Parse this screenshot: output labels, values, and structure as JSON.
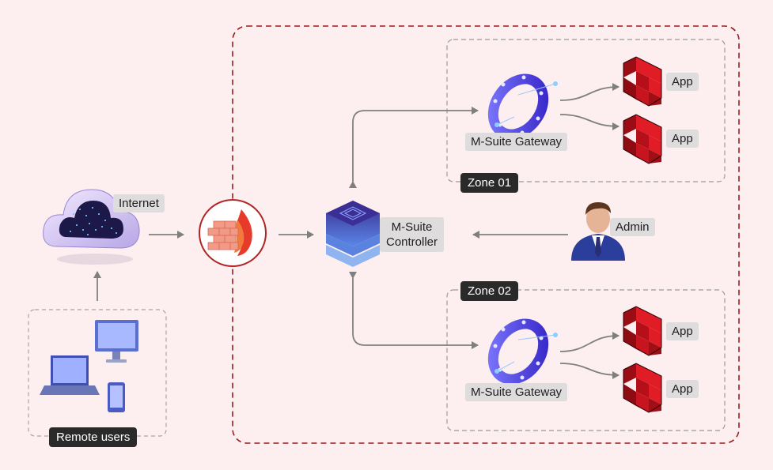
{
  "nodes": {
    "internet": "Internet",
    "remote_users": "Remote users",
    "controller_line1": "M-Suite",
    "controller_line2": "Controller",
    "admin": "Admin",
    "gateway_1": "M-Suite Gateway",
    "gateway_2": "M-Suite Gateway",
    "zone_1": "Zone 01",
    "zone_2": "Zone 02",
    "apps": [
      "App",
      "App",
      "App",
      "App"
    ]
  },
  "icons": {
    "cloud": "cloud-icon",
    "devices": "devices-icon",
    "firewall": "firewall-icon",
    "controller": "controller-icon",
    "admin": "admin-person-icon",
    "gateway": "gateway-ring-icon",
    "app": "app-cubes-icon"
  },
  "colors": {
    "background": "#fdeef0",
    "perimeter_border": "#9b1b1b",
    "zone_border": "#9a9a9a",
    "arrow": "#7f7f7f",
    "app_red": "#c0121c",
    "gateway_purple": "#4b36d9",
    "label_bg": "#dedcdc",
    "dark_label_bg": "#2a2a2a"
  }
}
